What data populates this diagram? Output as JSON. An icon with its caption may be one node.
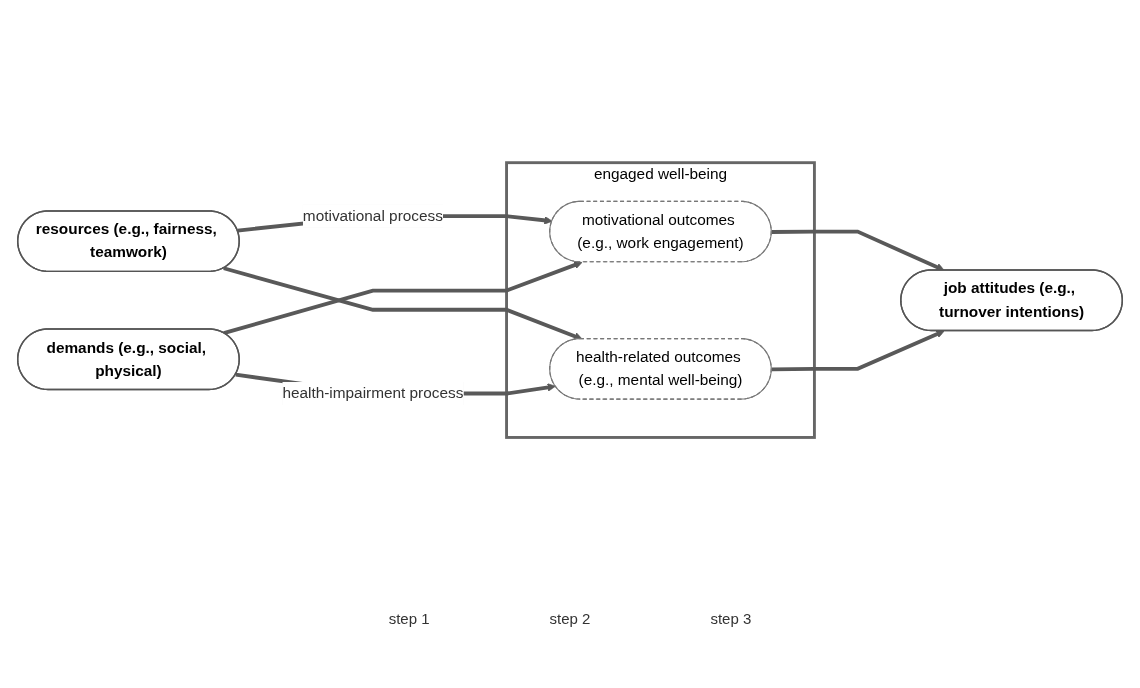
{
  "diagram": {
    "nodes": [
      {
        "text": [
          "resources (e.g., fairness, teamwork)"
        ]
      },
      {
        "text": [
          "demands (e.g., social, physical)"
        ]
      },
      {
        "text": [
          "engaged well-being"
        ]
      },
      {
        "text": [
          "motivational outcomes (e.g., work engagement)"
        ],
        "in": 2
      },
      {
        "text": [
          "health-related outcomes (e.g., mental well-being)"
        ],
        "in": 2
      },
      {
        "text": [
          "job attitudes (e.g., turnover intentions)"
        ]
      }
    ],
    "edges": [
      {
        "from": 0,
        "to": 3,
        "arrow": "to",
        "label": "motivational process"
      },
      {
        "from": 0,
        "to": 4,
        "arrow": "to"
      },
      {
        "from": 1,
        "to": 3,
        "arrow": "to"
      },
      {
        "from": 1,
        "to": 4,
        "arrow": "to",
        "label": "health-impairment process"
      },
      {
        "from": 3,
        "to": 5,
        "arrow": "to"
      },
      {
        "from": 4,
        "to": 5,
        "arrow": "to"
      }
    ],
    "labels": [
      "step 1",
      "step 2",
      "step 3"
    ]
  }
}
